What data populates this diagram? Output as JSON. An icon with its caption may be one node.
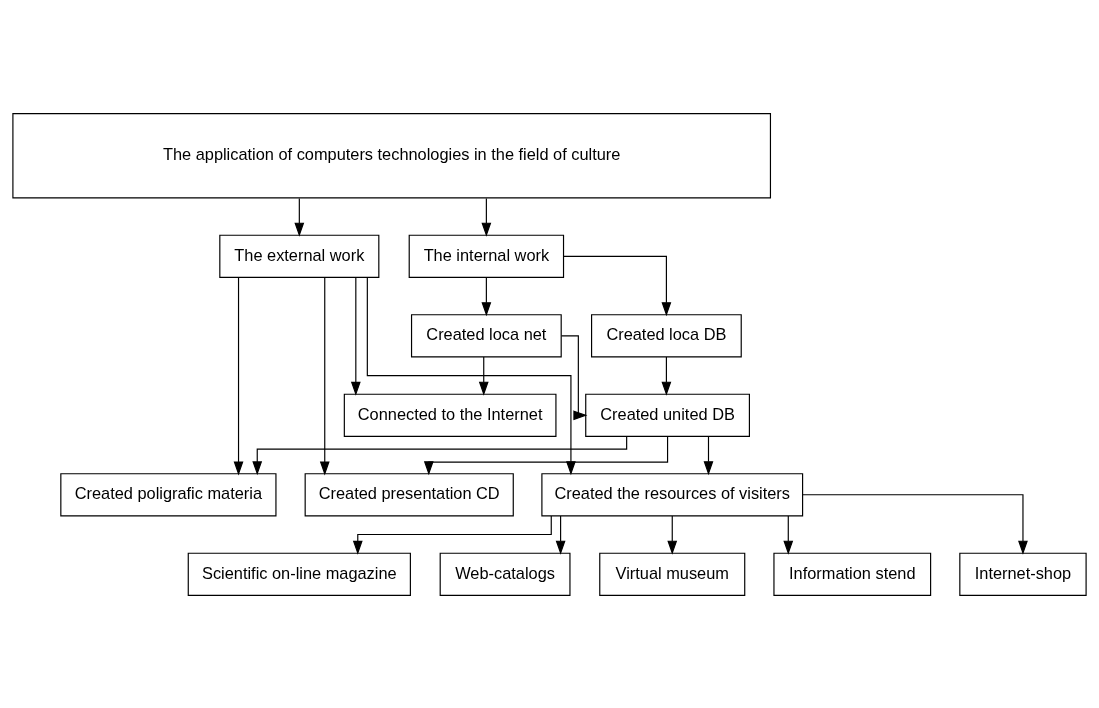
{
  "diagram": {
    "nodes": [
      {
        "text": [
          "The application of computers technologies in the field of culture"
        ]
      },
      {
        "text": [
          "The internal work"
        ]
      },
      {
        "text": [
          "The external work"
        ]
      },
      {
        "text": [
          "Created loca net"
        ]
      },
      {
        "text": [
          "Created loca DB"
        ]
      },
      {
        "text": [
          "Created united DB"
        ]
      },
      {
        "text": [
          "Created poligrafic materia"
        ]
      },
      {
        "text": [
          "Created presentation CD"
        ]
      },
      {
        "text": [
          "Connected to the Internet"
        ]
      },
      {
        "text": [
          "Created the resources of visiters"
        ]
      },
      {
        "text": [
          "Scientific on-line magazine"
        ]
      },
      {
        "text": [
          "Web-catalogs"
        ]
      },
      {
        "text": [
          "Virtual museum"
        ]
      },
      {
        "text": [
          "Information stend"
        ]
      },
      {
        "text": [
          "Internet-shop"
        ]
      }
    ],
    "edges": [
      {
        "from": 0,
        "to": 1,
        "arrow": "to"
      },
      {
        "from": 0,
        "to": 2,
        "arrow": "to"
      },
      {
        "from": 1,
        "to": 3,
        "arrow": "to"
      },
      {
        "from": 1,
        "to": 4,
        "arrow": "to"
      },
      {
        "from": 3,
        "to": 5,
        "arrow": "to"
      },
      {
        "from": 4,
        "to": 5,
        "arrow": "to"
      },
      {
        "from": 5,
        "to": 6,
        "arrow": "to"
      },
      {
        "from": 5,
        "to": 7,
        "arrow": "to"
      },
      {
        "from": 5,
        "to": 9,
        "arrow": "to"
      },
      {
        "from": 3,
        "to": 8,
        "arrow": "to"
      },
      {
        "from": 2,
        "to": 6,
        "arrow": "to"
      },
      {
        "from": 2,
        "to": 7,
        "arrow": "to"
      },
      {
        "from": 2,
        "to": 8,
        "arrow": "to"
      },
      {
        "from": 2,
        "to": 9,
        "arrow": "to"
      },
      {
        "from": 9,
        "to": 10,
        "arrow": "to"
      },
      {
        "from": 9,
        "to": 11,
        "arrow": "to"
      },
      {
        "from": 9,
        "to": 12,
        "arrow": "to"
      },
      {
        "from": 9,
        "to": 13,
        "arrow": "to"
      },
      {
        "from": 9,
        "to": 14,
        "arrow": "to"
      }
    ]
  }
}
